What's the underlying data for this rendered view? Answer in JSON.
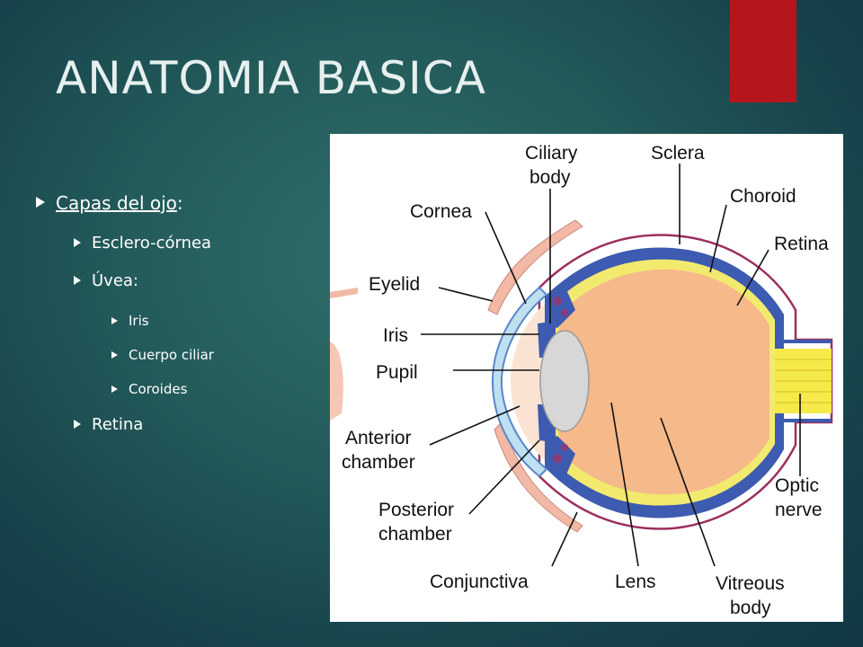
{
  "slide": {
    "title": "ANATOMIA BASICA",
    "accent_color": "#b5161b"
  },
  "bullets": {
    "heading": "Capas del ojo",
    "heading_suffix": ":",
    "level2": [
      "Esclero-córnea",
      "Úvea:"
    ],
    "level3": [
      "Iris",
      "Cuerpo ciliar",
      "Coroides"
    ],
    "retina": "Retina"
  },
  "diagram": {
    "labels": {
      "ciliary_1": "Ciliary",
      "ciliary_2": "body",
      "sclera": "Sclera",
      "cornea": "Cornea",
      "choroid": "Choroid",
      "retina": "Retina",
      "eyelid": "Eyelid",
      "iris": "Iris",
      "pupil": "Pupil",
      "anterior_1": "Anterior",
      "anterior_2": "chamber",
      "optic_1": "Optic",
      "optic_2": "nerve",
      "posterior_1": "Posterior",
      "posterior_2": "chamber",
      "conjunctiva": "Conjunctiva",
      "lens": "Lens",
      "vitreous_1": "Vitreous",
      "vitreous_2": "body"
    }
  }
}
